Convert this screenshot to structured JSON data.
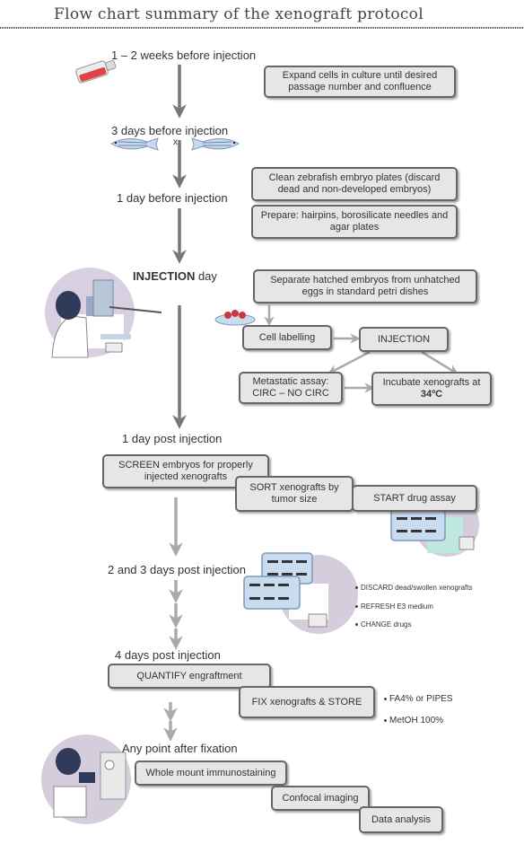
{
  "title": "Flow chart summary of the xenograft protocol",
  "stages": {
    "s1": "1 – 2 weeks before injection",
    "s2": "3 days before injection",
    "s3": "1 day before injection",
    "s4_bold": "INJECTION",
    "s4_rest": " day",
    "s5": "1 day post injection",
    "s6": "2 and 3 days post injection",
    "s7": "4 days post injection",
    "s8": "Any point after fixation"
  },
  "boxes": {
    "expand": "Expand cells in culture until desired passage number and confluence",
    "clean": "Clean zebrafish embryo plates (discard dead and non-developed embryos)",
    "prepare": "Prepare: hairpins, borosilicate needles and agar plates",
    "separate": "Separate hatched embryos from unhatched eggs in standard petri dishes",
    "cell_labelling": "Cell labelling",
    "injection": "INJECTION",
    "metastatic_line1": "Metastatic assay:",
    "metastatic_line2": "CIRC – NO CIRC",
    "incubate_line1": "Incubate xenografts at",
    "incubate_line2": "34ºC",
    "screen": "SCREEN embryos for properly injected xenografts",
    "sort": "SORT xenografts by tumor size",
    "start": "START drug assay",
    "quantify": "QUANTIFY engraftment",
    "fix": "FIX xenografts & STORE",
    "whole_mount": "Whole mount immunostaining",
    "confocal": "Confocal imaging",
    "data_analysis": "Data analysis"
  },
  "notes": {
    "discard": "DISCARD dead/swollen xenografts",
    "refresh": "REFRESH E3 medium",
    "change": "CHANGE drugs",
    "fa": "FA4% or PIPES",
    "meoh": "MetOH 100%"
  },
  "cross_symbol": "x",
  "colors": {
    "box_fill": "#e6e6e6",
    "box_border": "#666666",
    "arrow_dark": "#777777",
    "arrow_light": "#a8a8a8",
    "flask_red": "#e0414a",
    "fish_blue": "#8fb3d9",
    "plate_blue": "#c9dcef",
    "circle_purple": "#d5ccdc",
    "teal": "#bfe8df"
  },
  "icons": [
    "cell-flask-icon",
    "zebrafish-icon",
    "microscope-scientist-icon",
    "petri-dish-icon",
    "fish-plate-icon",
    "confocal-scientist-icon"
  ]
}
